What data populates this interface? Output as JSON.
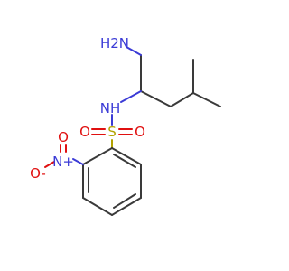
{
  "molecule": {
    "atoms": {
      "amine": "H2N",
      "sulfonamide_nh": "NH",
      "sulfur": "S",
      "sulfonyl_o_left": "O",
      "sulfonyl_o_right": "O",
      "nitro_n": "N+",
      "nitro_o_top": "O",
      "nitro_o_minus": "O-"
    },
    "colors": {
      "carbon_bond": "#3a3a3a",
      "nitrogen": "#3b3bd6",
      "oxygen": "#e01010",
      "sulfur": "#b3a300"
    }
  }
}
